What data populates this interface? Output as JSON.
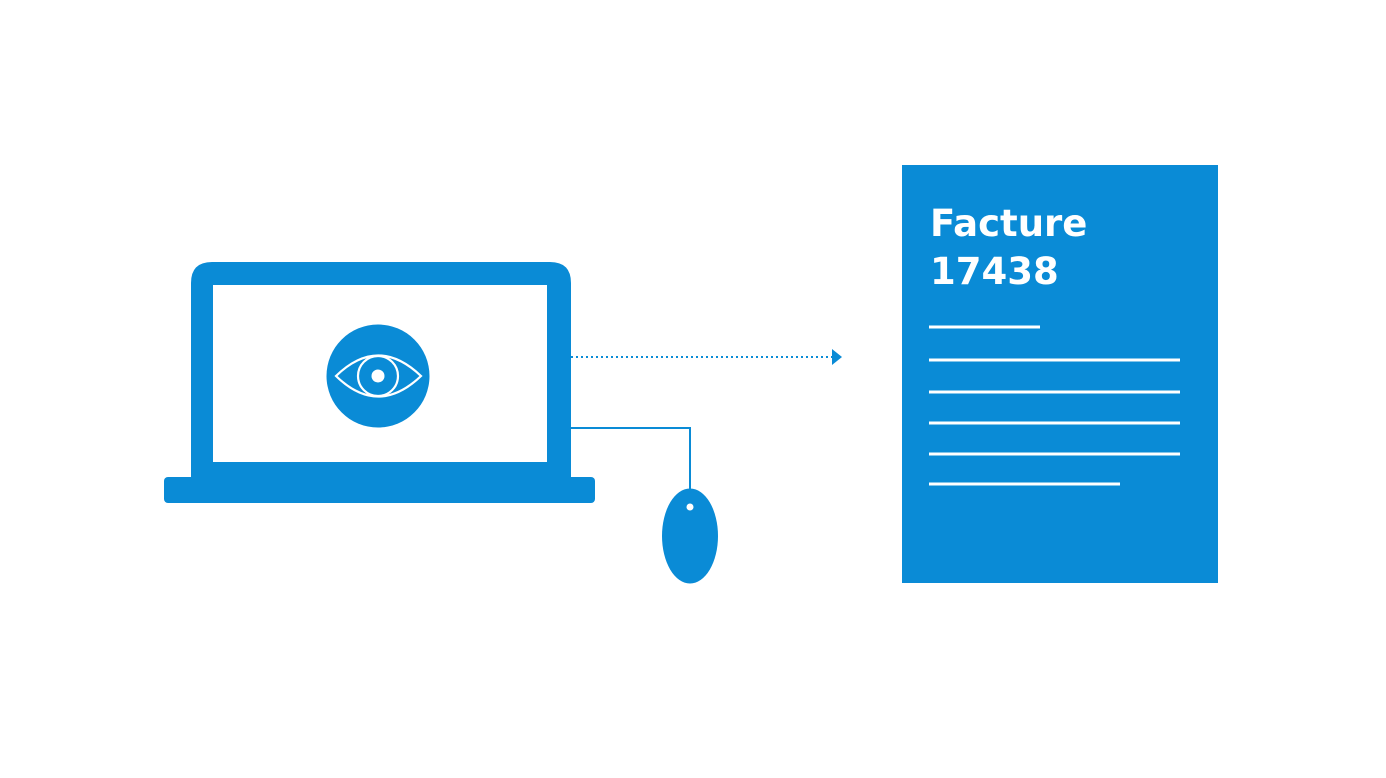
{
  "colors": {
    "primary": "#0a8bd6",
    "background": "#ffffff",
    "on_primary": "#ffffff"
  },
  "icons": {
    "laptop": "laptop-icon",
    "eye": "eye-icon",
    "mouse": "mouse-icon",
    "arrow": "dotted-arrow",
    "document": "document-icon"
  },
  "document": {
    "title_line1": "Facture",
    "title_line2": "17438"
  }
}
